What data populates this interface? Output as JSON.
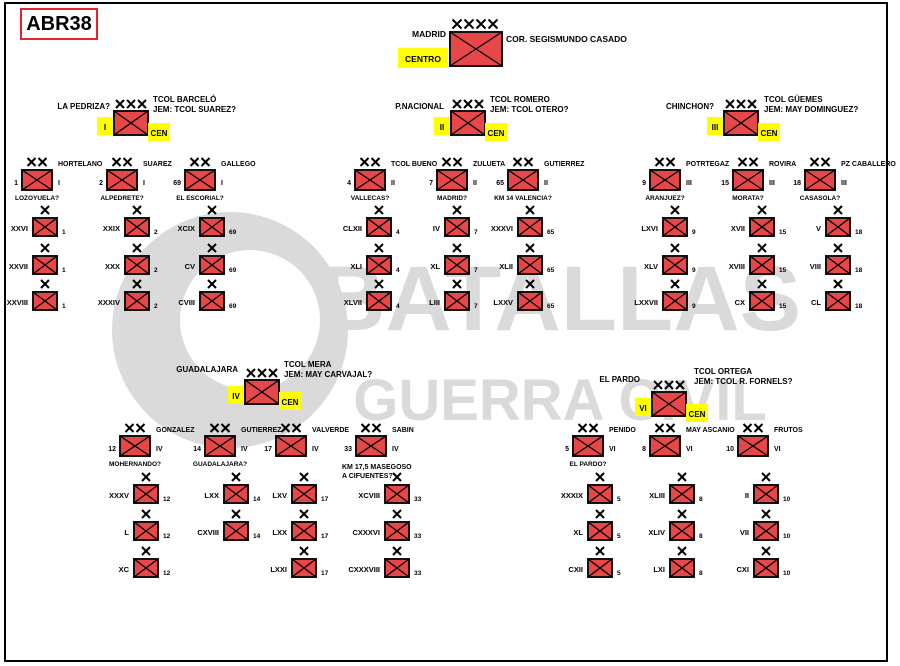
{
  "title": "ABR38",
  "watermark": {
    "line1": "BATALLAS",
    "line2": "GUERRA CIVIL"
  },
  "colors": {
    "unit": "#e8474a",
    "unit_border": "#111111",
    "highlight": "#ffff00",
    "tag_border": "#e8222a"
  },
  "army": {
    "place": "MADRID",
    "echelon": "XXXX",
    "commander": "COR. SEGISMUNDO CASADO",
    "label": "CENTRO"
  },
  "corps": [
    {
      "key": "I",
      "place": "LA PEDRIZA?",
      "cmd1": "TCOL BARCELÓ",
      "cmd2": "JEM: TCOL SUAREZ?",
      "num": "I",
      "cen": "CEN",
      "divisions": [
        {
          "name": "HORTELANO",
          "num": "1",
          "parent": "I",
          "loc": "LOZOYUELA?",
          "brigades": [
            "XXVI",
            "XXVII",
            "XXVIII"
          ]
        },
        {
          "name": "SUAREZ",
          "num": "2",
          "parent": "I",
          "loc": "ALPEDRETE?",
          "brigades": [
            "XXIX",
            "XXX",
            "XXXIV"
          ]
        },
        {
          "name": "GALLEGO",
          "num": "69",
          "parent": "I",
          "loc": "EL ESCORIAL?",
          "brigades": [
            "XCIX",
            "CV",
            "CVIII"
          ]
        }
      ]
    },
    {
      "key": "II",
      "place": "P.NACIONAL",
      "cmd1": "TCOL ROMERO",
      "cmd2": "JEM: TCOL OTERO?",
      "num": "II",
      "cen": "CEN",
      "divisions": [
        {
          "name": "TCOL BUENO",
          "num": "4",
          "parent": "II",
          "loc": "VALLECAS?",
          "brigades": [
            "CLXII",
            "XLI",
            "XLVII"
          ]
        },
        {
          "name": "ZULUETA",
          "num": "7",
          "parent": "II",
          "loc": "MADRID?",
          "brigades": [
            "IV",
            "XL",
            "LIII"
          ]
        },
        {
          "name": "GUTIERREZ",
          "num": "65",
          "parent": "II",
          "loc": "KM 14 VALENCIA?",
          "brigades": [
            "XXXVI",
            "XLII",
            "LXXV"
          ]
        }
      ]
    },
    {
      "key": "III",
      "place": "CHINCHON?",
      "cmd1": "TCOL GÜEMES",
      "cmd2": "JEM: MAY DOMINGUEZ?",
      "num": "III",
      "cen": "CEN",
      "divisions": [
        {
          "name": "POTRTEGAZ",
          "num": "9",
          "parent": "III",
          "loc": "ARANJUEZ?",
          "brigades": [
            "LXVI",
            "XLV",
            "LXXVII"
          ]
        },
        {
          "name": "ROVIRA",
          "num": "15",
          "parent": "III",
          "loc": "MORATA?",
          "brigades": [
            "XVII",
            "XVIII",
            "CX"
          ]
        },
        {
          "name": "PZ CABALLERO",
          "num": "18",
          "parent": "III",
          "loc": "CASASOLA?",
          "brigades": [
            "V",
            "VIII",
            "CL"
          ]
        }
      ]
    },
    {
      "key": "IV",
      "place": "GUADALAJARA",
      "cmd1": "TCOL  MERA",
      "cmd2": "JEM: MAY CARVAJAL?",
      "num": "IV",
      "cen": "CEN",
      "divisions": [
        {
          "name": "GONZALEZ",
          "num": "12",
          "parent": "IV",
          "loc": "MOHERNANDO?",
          "brigades": [
            "XXXV",
            "L",
            "XC"
          ]
        },
        {
          "name": "GUTIERREZ",
          "num": "14",
          "parent": "IV",
          "loc": "GUADALAJARA?",
          "brigades": [
            "LXX",
            "CXVIII"
          ]
        },
        {
          "name": "VALVERDE",
          "num": "17",
          "parent": "IV",
          "loc": "",
          "brigades": [
            "LXV",
            "LXX",
            "LXXI"
          ]
        },
        {
          "name": "SABIN",
          "num": "33",
          "parent": "IV",
          "loc": "KM 17,5 MASEGOSO A CIFUENTES?",
          "brigades": [
            "XCVIII",
            "CXXXVI",
            "CXXXVIII"
          ]
        }
      ]
    },
    {
      "key": "VI",
      "place": "EL PARDO",
      "cmd1": "TCOL ORTEGA",
      "cmd2": "JEM: TCOL R. FORNELS?",
      "num": "VI",
      "cen": "CEN",
      "divisions": [
        {
          "name": "PENIDO",
          "num": "5",
          "parent": "VI",
          "loc": "EL PARDO?",
          "brigades": [
            "XXXIX",
            "XL",
            "CXII"
          ]
        },
        {
          "name": "MAY ASCANIO",
          "num": "8",
          "parent": "VI",
          "loc": "",
          "brigades": [
            "XLIII",
            "XLIV",
            "LXI"
          ]
        },
        {
          "name": "FRUTOS",
          "num": "10",
          "parent": "VI",
          "loc": "",
          "brigades": [
            "II",
            "VII",
            "CXI"
          ]
        }
      ]
    }
  ]
}
